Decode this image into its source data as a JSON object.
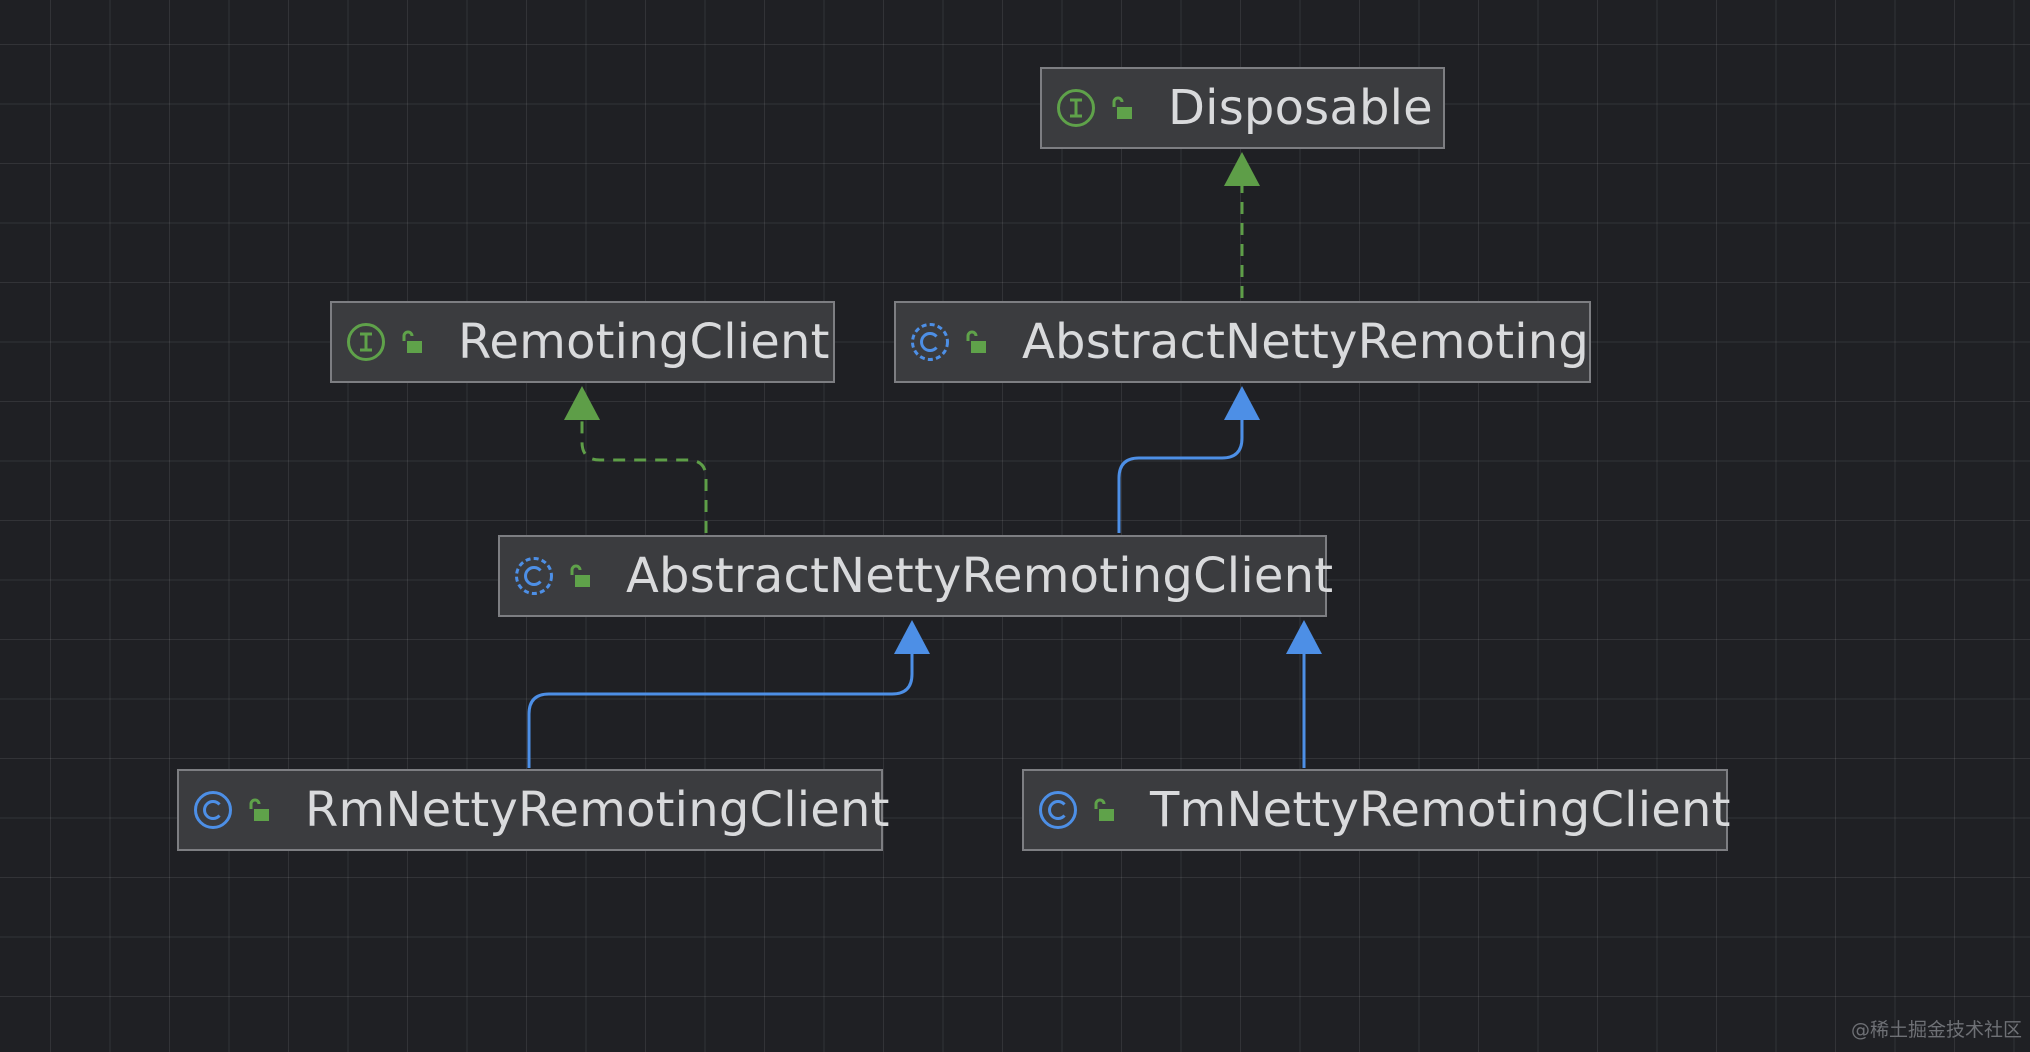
{
  "diagram": {
    "nodes": [
      {
        "id": "disposable",
        "kind": "interface",
        "label": "Disposable"
      },
      {
        "id": "remoting-client",
        "kind": "interface",
        "label": "RemotingClient"
      },
      {
        "id": "abstract-netty-remoting",
        "kind": "abstract-class",
        "label": "AbstractNettyRemoting"
      },
      {
        "id": "abstract-netty-remoting-client",
        "kind": "abstract-class",
        "label": "AbstractNettyRemotingClient"
      },
      {
        "id": "rm-netty-remoting-client",
        "kind": "class",
        "label": "RmNettyRemotingClient"
      },
      {
        "id": "tm-netty-remoting-client",
        "kind": "class",
        "label": "TmNettyRemotingClient"
      }
    ],
    "edges": [
      {
        "from": "abstract-netty-remoting",
        "to": "disposable",
        "type": "implements"
      },
      {
        "from": "abstract-netty-remoting-client",
        "to": "remoting-client",
        "type": "implements"
      },
      {
        "from": "abstract-netty-remoting-client",
        "to": "abstract-netty-remoting",
        "type": "extends"
      },
      {
        "from": "rm-netty-remoting-client",
        "to": "abstract-netty-remoting-client",
        "type": "extends"
      },
      {
        "from": "tm-netty-remoting-client",
        "to": "abstract-netty-remoting-client",
        "type": "extends"
      }
    ],
    "icons": {
      "interface": "interface-icon",
      "abstract-class": "abstract-class-icon",
      "class": "class-icon",
      "visibility": "public-lock-icon"
    },
    "colors": {
      "background": "#1f2024",
      "node_fill": "#3b3c3f",
      "node_border": "#7d7e82",
      "text": "#d9dadc",
      "implements_edge": "#5e9e48",
      "extends_edge": "#4d8fe6",
      "interface_icon": "#5fa24a",
      "class_icon": "#4d8fe6"
    }
  },
  "watermark": "@稀土掘金技术社区"
}
